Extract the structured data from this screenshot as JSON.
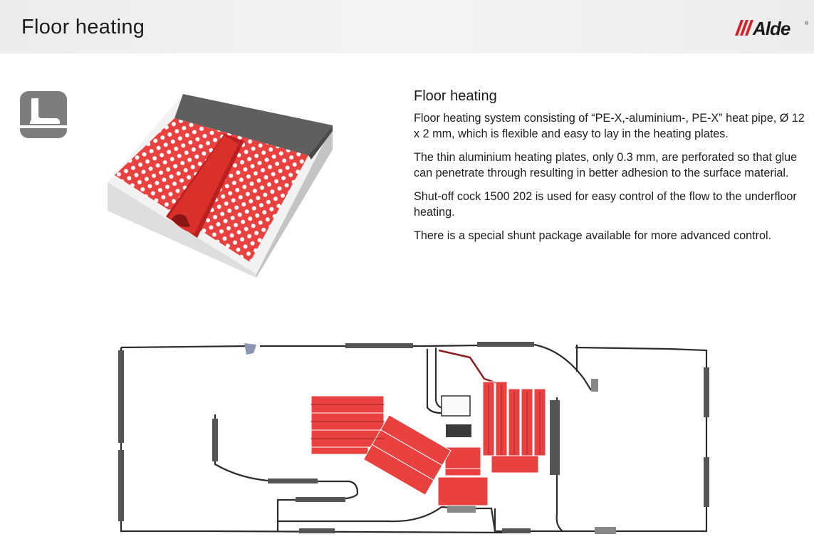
{
  "header": {
    "title": "Floor heating",
    "logo_text": "Alde",
    "logo_mark": "®"
  },
  "icon": {
    "name": "floor-heating-icon"
  },
  "content": {
    "heading": "Floor heating",
    "paragraphs": [
      "Floor heating system consisting of “PE-X,-aluminium-, PE-X” heat pipe, Ø 12 x 2 mm, which is flexible and easy to lay in the heating plates.",
      "The thin aluminium heating plates, only 0.3 mm, are perforated so that glue can penetrate through resulting in better adhesion to the surface material.",
      "Shut-off cock 1500 202 is used for easy control of the flow to the underfloor heating.",
      "There is a special shunt package available for more advanced control."
    ]
  },
  "colors": {
    "brand_red": "#d42027",
    "plate_red": "#e8413f",
    "pipe_dark": "#2b2b2b",
    "icon_gray": "#7d7d7d"
  }
}
